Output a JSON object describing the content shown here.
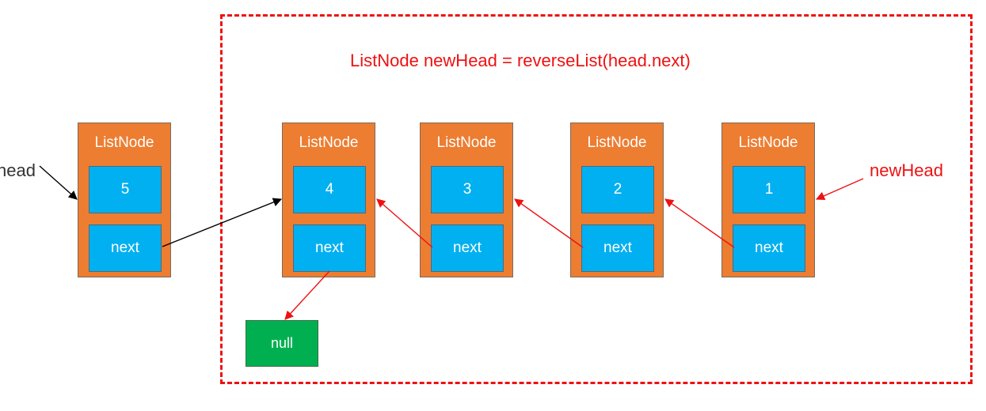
{
  "caption": "ListNode newHead = reverseList(head.next)",
  "labels": {
    "head": "head",
    "newHead": "newHead"
  },
  "nodes": [
    {
      "title": "ListNode",
      "value": "5",
      "next": "next"
    },
    {
      "title": "ListNode",
      "value": "4",
      "next": "next"
    },
    {
      "title": "ListNode",
      "value": "3",
      "next": "next"
    },
    {
      "title": "ListNode",
      "value": "2",
      "next": "next"
    },
    {
      "title": "ListNode",
      "value": "1",
      "next": "next"
    }
  ],
  "null_label": "null",
  "colors": {
    "node_fill": "#ed7d31",
    "cell_fill": "#00b0f0",
    "null_fill": "#00b050",
    "accent_red": "#ee1111",
    "black": "#000000"
  }
}
